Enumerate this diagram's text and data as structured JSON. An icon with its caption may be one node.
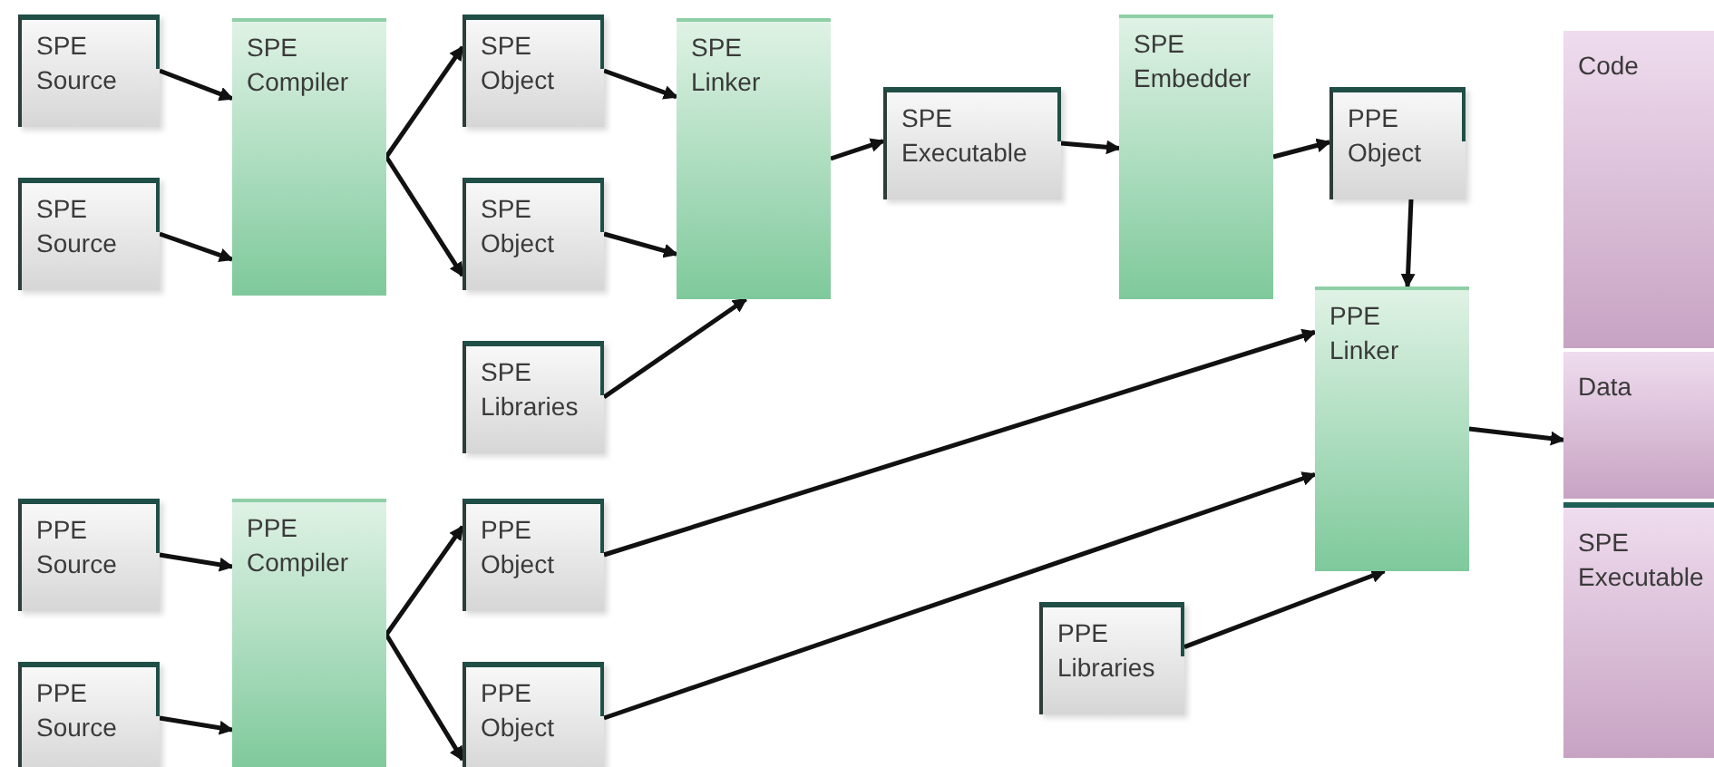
{
  "diagram": {
    "nodes": [
      {
        "text": [
          "SPE Source"
        ]
      },
      {
        "text": [
          "SPE Compiler"
        ]
      },
      {
        "text": [
          "SPE Object"
        ]
      },
      {
        "text": [
          "SPE Linker"
        ]
      },
      {
        "text": [
          "SPE Executable"
        ]
      },
      {
        "text": [
          "SPE Embedder"
        ]
      },
      {
        "text": [
          "PPE Object"
        ]
      },
      {
        "text": [
          "Code"
        ]
      },
      {
        "text": [
          "SPE Source"
        ]
      },
      {
        "text": [
          "SPE Object"
        ]
      },
      {
        "text": [
          "SPE Libraries"
        ]
      },
      {
        "text": [
          "PPE Linker"
        ]
      },
      {
        "text": [
          "Data"
        ]
      },
      {
        "text": [
          "PPE Source"
        ]
      },
      {
        "text": [
          "PPE Compiler"
        ]
      },
      {
        "text": [
          "PPE Object"
        ]
      },
      {
        "text": [
          "PPE Libraries"
        ]
      },
      {
        "text": [
          "SPE Executable"
        ]
      },
      {
        "text": [
          "PPE Source"
        ]
      },
      {
        "text": [
          "PPE Object"
        ]
      }
    ],
    "edges": [
      {
        "from": 0,
        "to": 1,
        "arrow": "to"
      },
      {
        "from": 8,
        "to": 1,
        "arrow": "to"
      },
      {
        "from": 1,
        "to": 2,
        "arrow": "to"
      },
      {
        "from": 1,
        "to": 9,
        "arrow": "to"
      },
      {
        "from": 2,
        "to": 3,
        "arrow": "to"
      },
      {
        "from": 9,
        "to": 3,
        "arrow": "to"
      },
      {
        "from": 10,
        "to": 3,
        "arrow": "to"
      },
      {
        "from": 3,
        "to": 4,
        "arrow": "to"
      },
      {
        "from": 4,
        "to": 5,
        "arrow": "to"
      },
      {
        "from": 5,
        "to": 6,
        "arrow": "to"
      },
      {
        "from": 6,
        "to": 11,
        "arrow": "to"
      },
      {
        "from": 15,
        "to": 11,
        "arrow": "to"
      },
      {
        "from": 19,
        "to": 11,
        "arrow": "to"
      },
      {
        "from": 16,
        "to": 11,
        "arrow": "to"
      },
      {
        "from": 11,
        "to": 12,
        "arrow": "to"
      },
      {
        "from": 13,
        "to": 14,
        "arrow": "to"
      },
      {
        "from": 18,
        "to": 14,
        "arrow": "to"
      },
      {
        "from": 14,
        "to": 15,
        "arrow": "to"
      },
      {
        "from": 14,
        "to": 19,
        "arrow": "to"
      }
    ]
  }
}
